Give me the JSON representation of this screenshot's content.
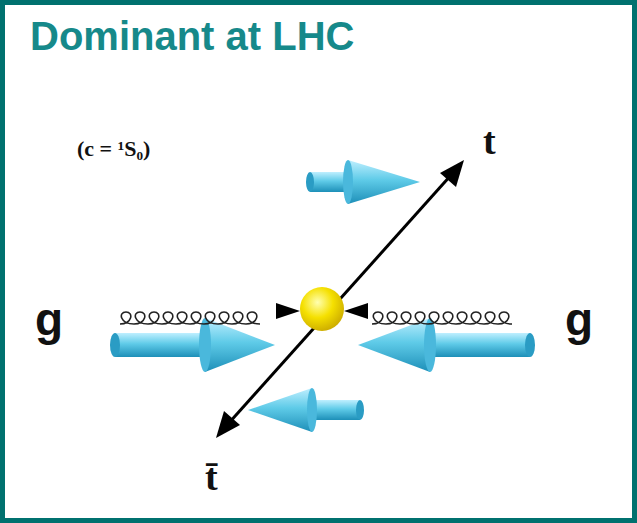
{
  "diagram": {
    "title": "Dominant at LHC",
    "labels": [
      "(c = ¹S₀)",
      "t",
      "t̄",
      "g",
      "g"
    ]
  }
}
